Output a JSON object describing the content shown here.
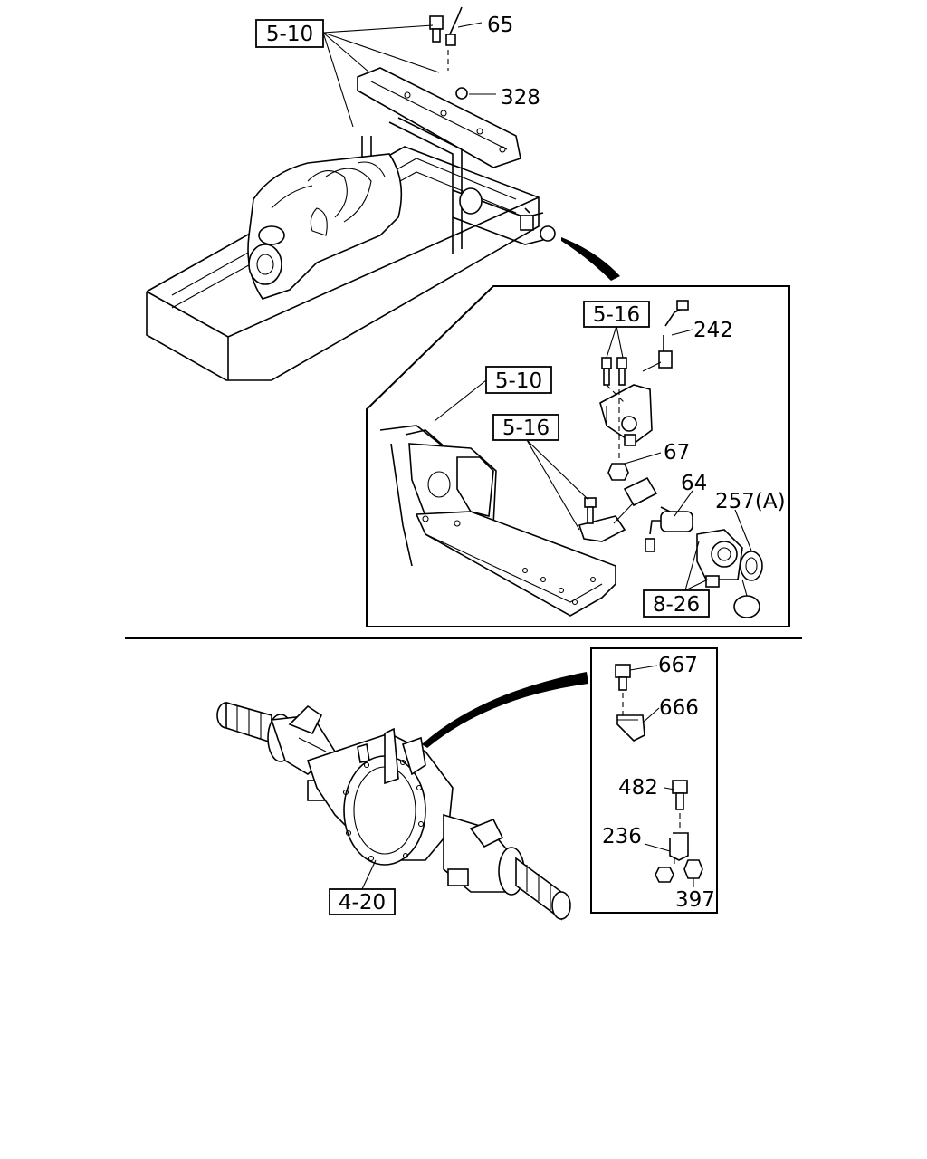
{
  "diagram": {
    "top": {
      "refs": {
        "r510": "5-10"
      },
      "parts": {
        "p65": "65",
        "p328": "328"
      }
    },
    "inset": {
      "refs": {
        "r516a": "5-16",
        "r510": "5-10",
        "r516b": "5-16",
        "r826": "8-26"
      },
      "parts": {
        "p242": "242",
        "p67": "67",
        "p64": "64",
        "p257": "257(A)"
      }
    },
    "bottom": {
      "refs": {
        "r420": "4-20"
      },
      "parts": {
        "p667": "667",
        "p666": "666",
        "p482": "482",
        "p236": "236",
        "p397": "397"
      }
    }
  }
}
